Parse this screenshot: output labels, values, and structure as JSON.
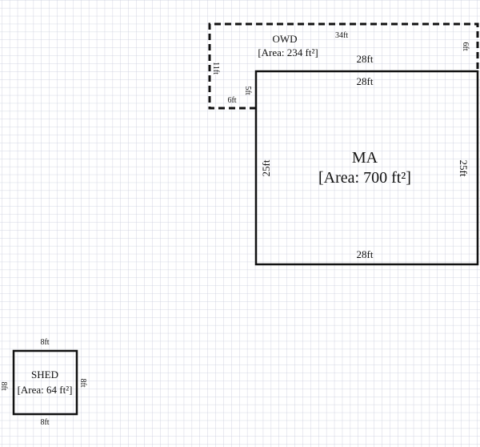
{
  "sketch": {
    "owd": {
      "name": "OWD",
      "area": "[Area: 234 ft²]",
      "top": "34ft",
      "right": "6ft",
      "left": "11ft",
      "inner_vertical": "5ft",
      "inner_horizontal": "6ft",
      "bottom_shared": "28ft"
    },
    "ma": {
      "name": "MA",
      "area": "[Area: 700 ft²]",
      "top": "28ft",
      "left": "25ft",
      "right": "25ft",
      "bottom": "28ft"
    },
    "shed": {
      "name": "SHED",
      "area": "[Area: 64 ft²]",
      "top": "8ft",
      "bottom": "8ft",
      "left": "8ft",
      "right": "8ft"
    }
  },
  "colors": {
    "grid": "#c9cbdc",
    "line": "#111111"
  }
}
